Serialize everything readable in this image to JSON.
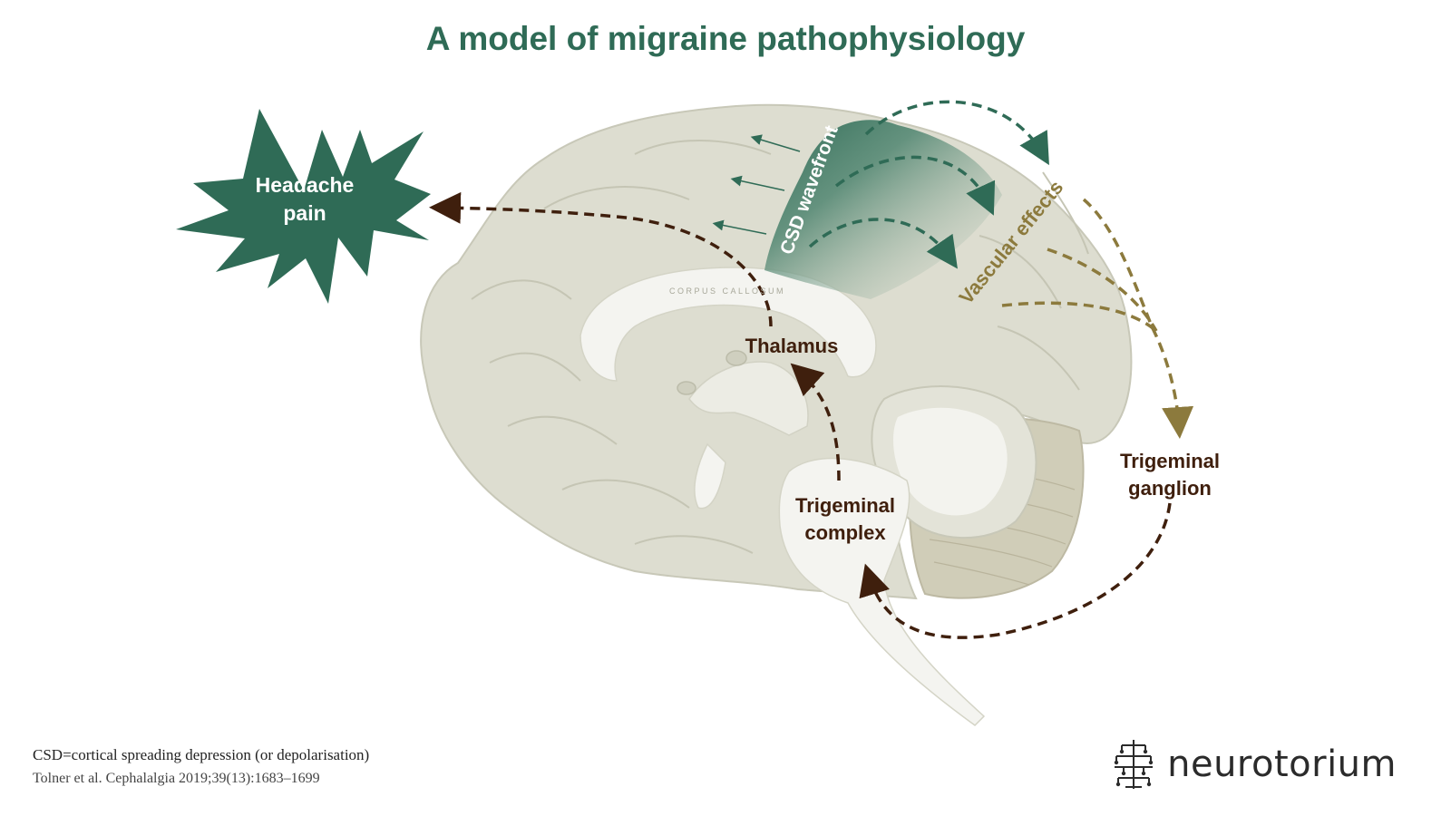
{
  "title": "A model of migraine pathophysiology",
  "labels": {
    "headache_line1": "Headache",
    "headache_line2": "pain",
    "csd_wavefront": "CSD wavefront",
    "vascular_effects": "Vascular effects",
    "corpus_callosum": "CORPUS CALLOSUM",
    "thalamus": "Thalamus",
    "trigeminal_complex_line1": "Trigeminal",
    "trigeminal_complex_line2": "complex",
    "trigeminal_ganglion_line1": "Trigeminal",
    "trigeminal_ganglion_line2": "ganglion"
  },
  "footnotes": {
    "abbreviation": "CSD=cortical spreading depression (or depolarisation)",
    "reference": "Tolner et al. Cephalalgia 2019;39(13):1683–1699"
  },
  "logo": {
    "text": "neurotorium",
    "icon": "brain-circuit-icon"
  },
  "colors": {
    "title_green": "#2f6b56",
    "csd_green": "#2f6b56",
    "pathway_brown": "#3f1f0d",
    "vascular_olive": "#8c7a3d",
    "brain_fill": "#ddddd0"
  }
}
